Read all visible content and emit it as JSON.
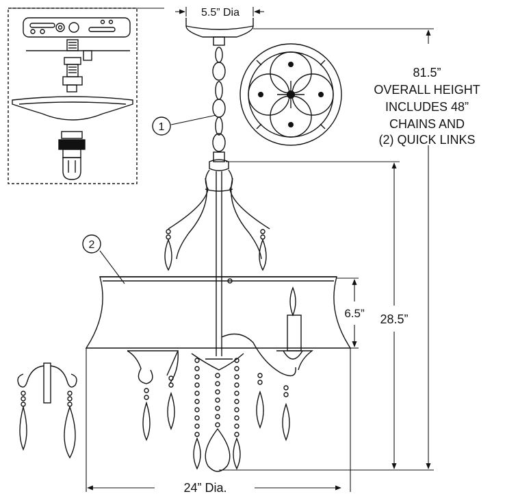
{
  "dimensions": {
    "canopy_diameter": "5.5” Dia",
    "overall_height_lines": [
      "81.5”",
      "OVERALL HEIGHT",
      "INCLUDES 48”",
      "CHAINS AND",
      "(2) QUICK LINKS"
    ],
    "body_height": "28.5”",
    "shade_height": "6.5”",
    "fixture_diameter": "24” Dia."
  },
  "callouts": [
    {
      "number": "1"
    },
    {
      "number": "2"
    }
  ],
  "colors": {
    "line": "#111111",
    "background": "#ffffff"
  }
}
